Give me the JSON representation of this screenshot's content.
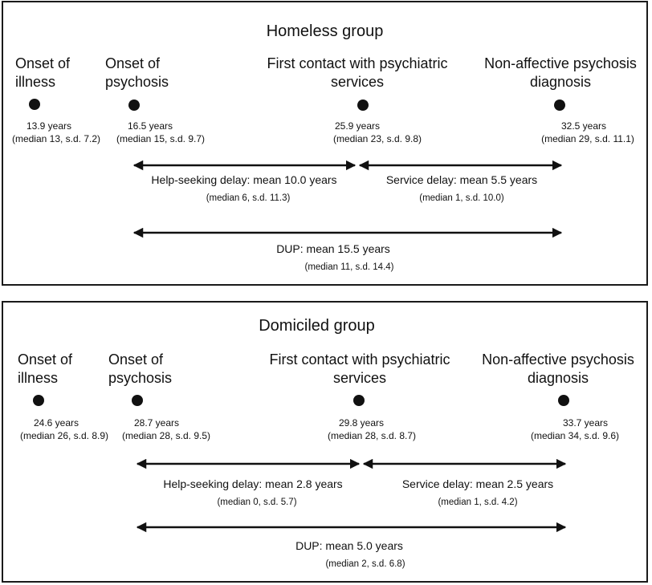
{
  "homeless": {
    "title": "Homeless group",
    "events": [
      {
        "label_1": "Onset of",
        "label_2": "illness",
        "mean": "13.9 years",
        "detail": "(median 13, s.d. 7.2)"
      },
      {
        "label_1": "Onset of",
        "label_2": "psychosis",
        "mean": "16.5 years",
        "detail": "(median 15, s.d. 9.7)"
      },
      {
        "label_1": "First contact with psychiatric",
        "label_2": "services",
        "mean": "25.9 years",
        "detail": "(median 23, s.d. 9.8)"
      },
      {
        "label_1": "Non-affective psychosis",
        "label_2": "diagnosis",
        "mean": "32.5 years",
        "detail": "(median 29, s.d. 11.1)"
      }
    ],
    "help_seeking": {
      "label": "Help-seeking delay: mean 10.0 years",
      "detail": "(median 6, s.d. 11.3)"
    },
    "service": {
      "label": "Service delay: mean 5.5 years",
      "detail": "(median 1, s.d. 10.0)"
    },
    "dup": {
      "label": "DUP: mean 15.5 years",
      "detail": "(median 11, s.d. 14.4)"
    }
  },
  "domiciled": {
    "title": "Domiciled group",
    "events": [
      {
        "label_1": "Onset of",
        "label_2": "illness",
        "mean": "24.6 years",
        "detail": "(median 26, s.d. 8.9)"
      },
      {
        "label_1": "Onset of",
        "label_2": "psychosis",
        "mean": "28.7 years",
        "detail": "(median 28, s.d. 9.5)"
      },
      {
        "label_1": "First contact with psychiatric",
        "label_2": "services",
        "mean": "29.8 years",
        "detail": "(median 28, s.d. 8.7)"
      },
      {
        "label_1": "Non-affective psychosis",
        "label_2": "diagnosis",
        "mean": "33.7 years",
        "detail": "(median 34, s.d. 9.6)"
      }
    ],
    "help_seeking": {
      "label": "Help-seeking delay: mean 2.8 years",
      "detail": "(median 0, s.d. 5.7)"
    },
    "service": {
      "label": "Service delay: mean 2.5 years",
      "detail": "(median 1, s.d. 4.2)"
    },
    "dup": {
      "label": "DUP: mean 5.0 years",
      "detail": "(median 2, s.d. 6.8)"
    }
  }
}
